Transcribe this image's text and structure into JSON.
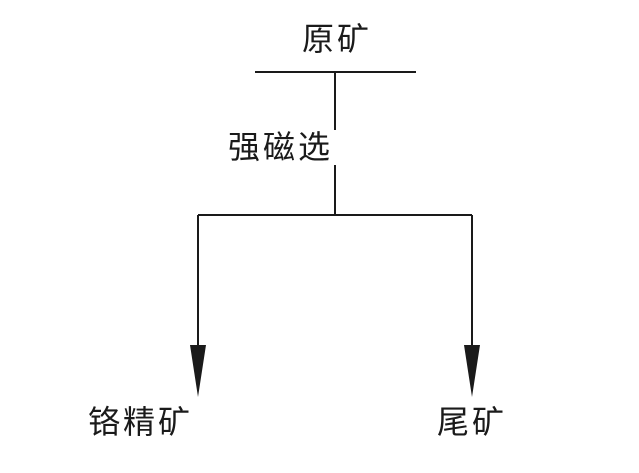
{
  "diagram": {
    "type": "flowchart",
    "orientation": "top-down",
    "nodes": {
      "source": "原矿",
      "process": "强磁选",
      "concentrate": "铬精矿",
      "tailings": "尾矿"
    },
    "edges": [
      {
        "from": "source",
        "to": "process",
        "style": "plain-line"
      },
      {
        "from": "process",
        "to": "concentrate",
        "style": "arrow"
      },
      {
        "from": "process",
        "to": "tailings",
        "style": "arrow"
      }
    ],
    "colors": {
      "line": "#1a1a1a",
      "text": "#1a1a1a",
      "background": "#ffffff"
    }
  }
}
